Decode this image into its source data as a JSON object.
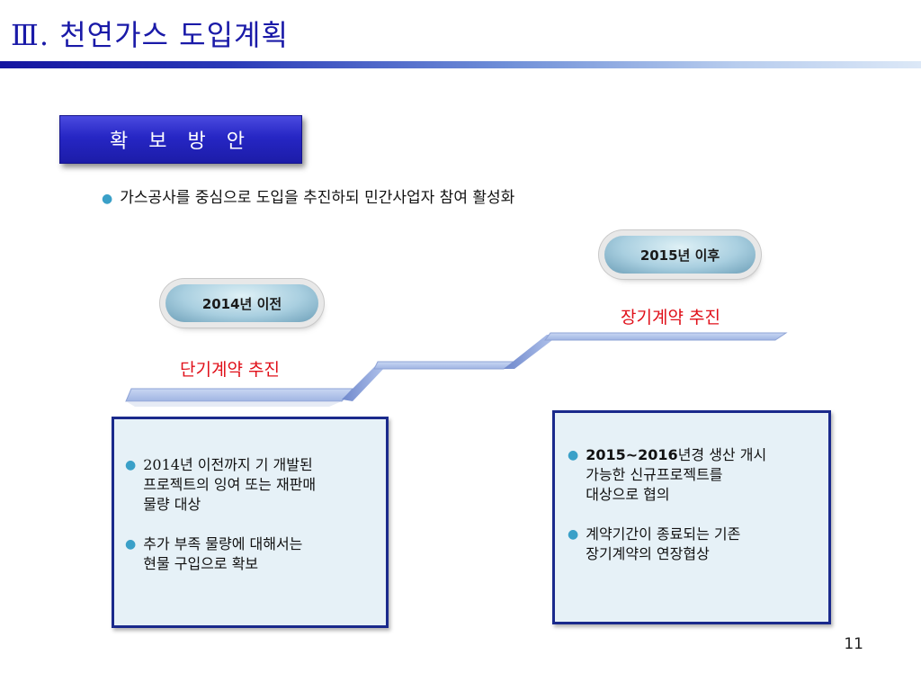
{
  "slide": {
    "title": "Ⅲ. 천연가스 도입계획",
    "section_label": "확 보 방 안",
    "summary_bullet": "가스공사를 중심으로 도입을 추진하되 민간사업자 참여 활성화",
    "page_number": "11"
  },
  "timeline": {
    "stage_before": {
      "period": "2014년 이전",
      "label": "단기계약 추진"
    },
    "stage_after": {
      "period": "2015년 이후",
      "label": "장기계약 추진"
    }
  },
  "boxes": {
    "left": {
      "items": [
        "2014년 이전까지 기 개발된\n프로젝트의 잉여 또는 재판매\n물량 대상",
        "추가 부족 물량에 대해서는\n현물 구입으로 확보"
      ]
    },
    "right": {
      "item1_lead": "2015~2016",
      "item1_rest": "년경 생산 개시\n가능한 신규프로젝트를\n대상으로 협의",
      "item2": "계약기간이 종료되는 기존\n장기계약의 연장협상"
    }
  },
  "colors": {
    "title": "#1a1aa8",
    "badge": "#2626c4",
    "stage_label": "#e0101a",
    "box_border": "#1a2a8c",
    "box_fill": "#e6f1f7",
    "step_fill": "#a8bde8"
  }
}
